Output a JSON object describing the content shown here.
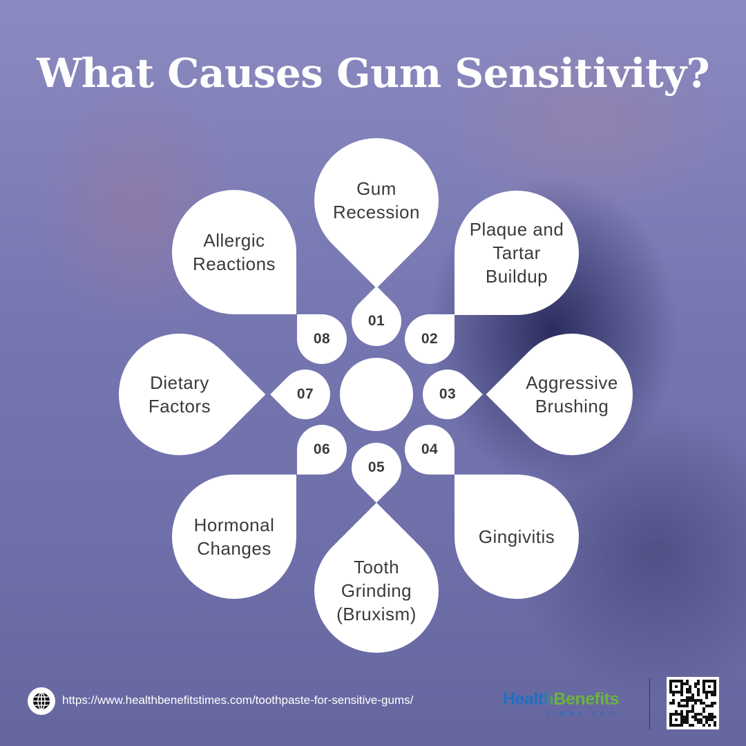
{
  "title": "What Causes Gum Sensitivity?",
  "causes": [
    {
      "number": "01",
      "label": "Gum Recession"
    },
    {
      "number": "02",
      "label": "Plaque and Tartar Buildup"
    },
    {
      "number": "03",
      "label": "Aggressive Brushing"
    },
    {
      "number": "04",
      "label": "Gingivitis"
    },
    {
      "number": "05",
      "label": "Tooth Grinding (Bruxism)"
    },
    {
      "number": "06",
      "label": "Hormonal Changes"
    },
    {
      "number": "07",
      "label": "Dietary Factors"
    },
    {
      "number": "08",
      "label": "Allergic Reactions"
    }
  ],
  "footer": {
    "url": "https://www.healthbenefitstimes.com/toothpaste-for-sensitive-gums/",
    "logo_main": "HealthBenefits",
    "logo_sub": "times.com",
    "icon": "globe-icon"
  },
  "colors": {
    "petal": "#ffffff",
    "text": "#3a3a3a",
    "logo_blue": "#1e6fc0",
    "logo_green": "#6ab43e"
  }
}
